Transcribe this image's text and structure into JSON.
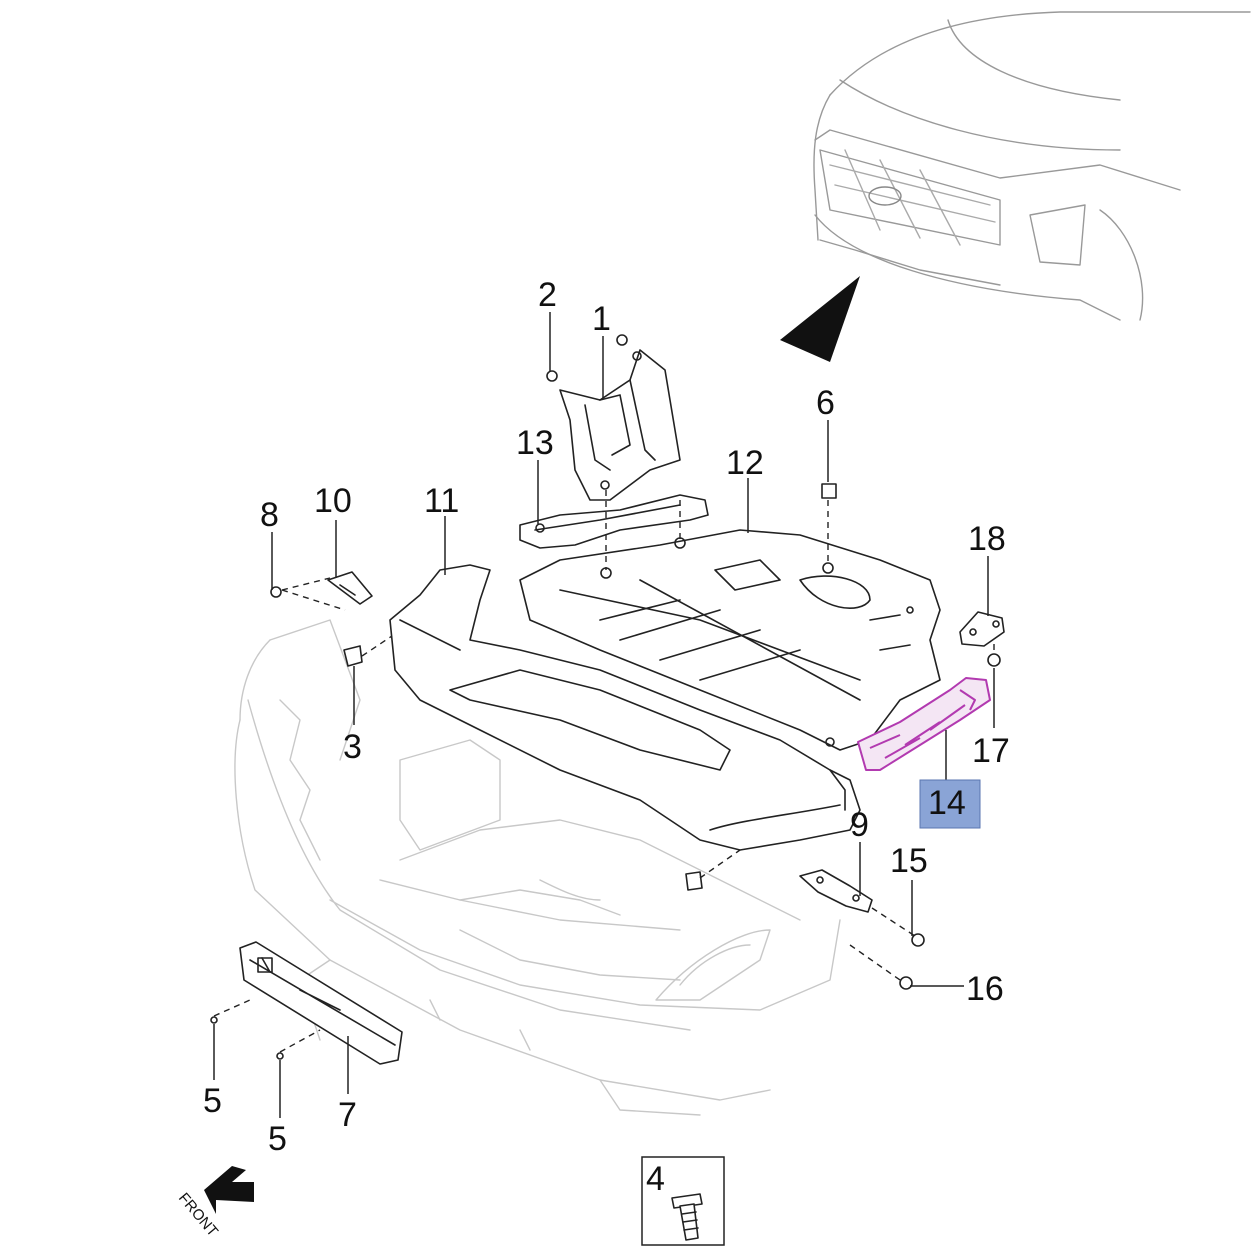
{
  "callouts": {
    "c1": "1",
    "c2": "2",
    "c3": "3",
    "c4": "4",
    "c5a": "5",
    "c5b": "5",
    "c6": "6",
    "c7": "7",
    "c8": "8",
    "c9": "9",
    "c10": "10",
    "c11": "11",
    "c12": "12",
    "c13": "13",
    "c14": "14",
    "c15": "15",
    "c16": "16",
    "c17": "17",
    "c18": "18"
  },
  "highlight": {
    "part": "14",
    "box_color": "#8aa4d6",
    "part_color": "#b23ab0"
  },
  "front_label": "FRONT"
}
